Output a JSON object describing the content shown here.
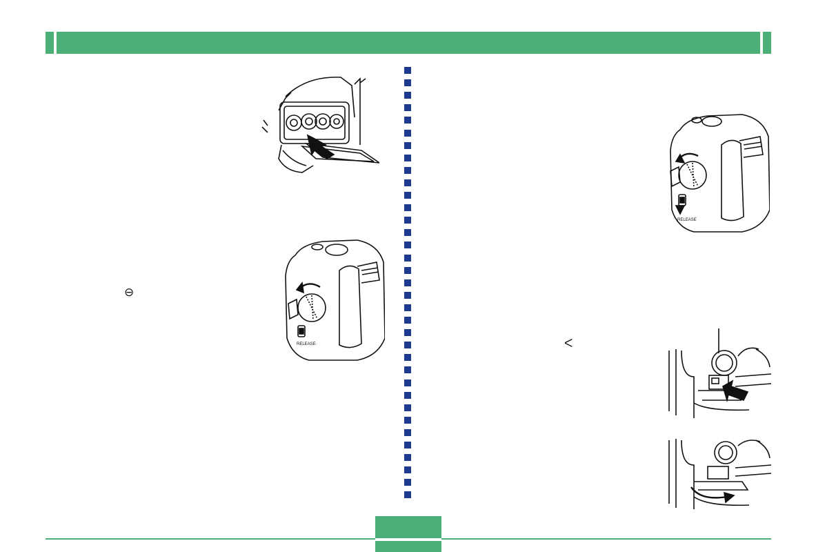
{
  "header": {
    "color": "#4caf78"
  },
  "divider": {
    "color": "#1d3a8f"
  },
  "footer": {
    "page_number": ""
  },
  "symbols": {
    "open_symbol": "⊖",
    "close_symbol": "ᐸ"
  },
  "illustrations": [
    {
      "name": "card-insertion-illustration"
    },
    {
      "name": "camera-side-lock-illustration"
    },
    {
      "name": "camera-side-release-illustration"
    },
    {
      "name": "eject-button-push-illustration"
    },
    {
      "name": "card-removal-illustration"
    }
  ]
}
